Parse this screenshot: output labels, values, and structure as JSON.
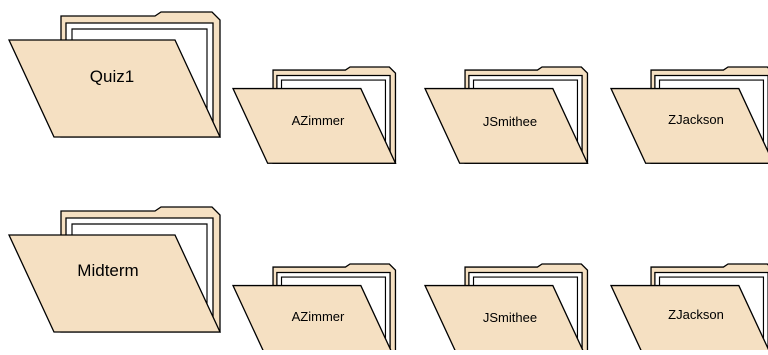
{
  "colors": {
    "folder_fill": "#f5e0c2",
    "outline": "#000000",
    "inner_sheet_fill": "#ffffff"
  },
  "icon": "open-folder-icon",
  "rows": [
    {
      "parent": {
        "label": "Quiz1"
      },
      "children": [
        {
          "label": "AZimmer"
        },
        {
          "label": "JSmithee"
        },
        {
          "label": "ZJackson"
        }
      ]
    },
    {
      "parent": {
        "label": "Midterm"
      },
      "children": [
        {
          "label": "AZimmer"
        },
        {
          "label": "JSmithee"
        },
        {
          "label": "ZJackson"
        }
      ]
    }
  ]
}
